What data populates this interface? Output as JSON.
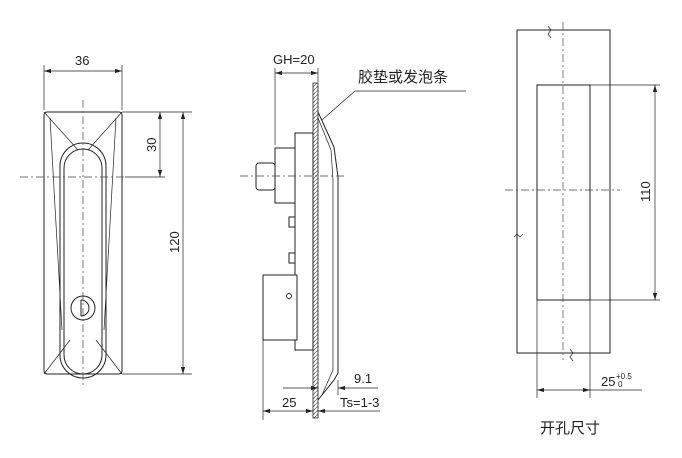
{
  "front_view": {
    "width_dim": "36",
    "center_dim": "30",
    "height_dim": "120"
  },
  "side_view": {
    "gh_dim": "GH=20",
    "gasket_label": "胶垫或发泡条",
    "handle_dim": "9.1",
    "depth_dim": "25",
    "ts_dim": "Ts=1-3"
  },
  "cutout_view": {
    "height_dim": "110",
    "width_dim": "25",
    "tol_upper": "+0.5",
    "tol_lower": "0",
    "title": "开孔尺寸"
  }
}
